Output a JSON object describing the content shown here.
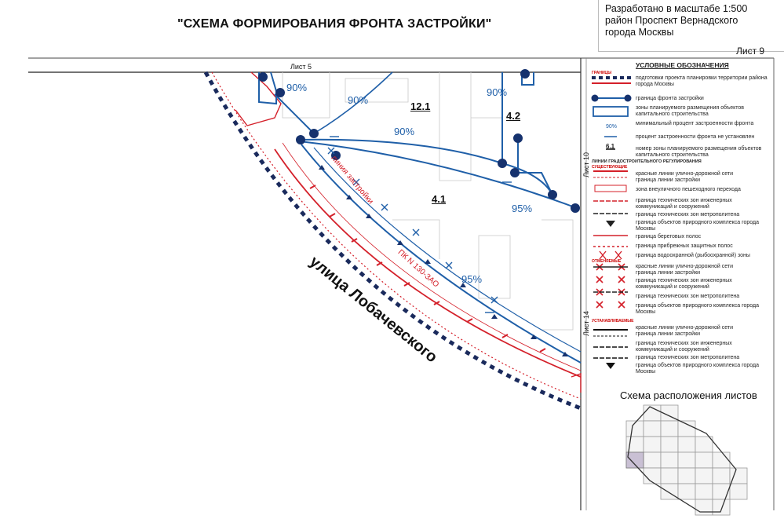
{
  "title": "\"СХЕМА ФОРМИРОВАНИЯ ФРОНТА ЗАСТРОЙКИ\"",
  "stamp": {
    "line1": "Разработано в масштабе 1:500",
    "line2": "район Проспект Вернадского",
    "line3": "города Москвы"
  },
  "sheet_number": "Лист 9",
  "map": {
    "sheet_refs": {
      "top": "Лист 5",
      "right_upper": "Лист 10",
      "right_lower": "Лист 14"
    },
    "street_name": "улица Лобачевского",
    "zones": [
      "12.1",
      "4.2",
      "4.1"
    ],
    "percent_labels": [
      "90%",
      "90%",
      "90%",
      "90%",
      "95%",
      "95%"
    ],
    "red_line_label": "линия застройки",
    "pk_label": "ПК N 130-ЗАО"
  },
  "legend": {
    "title": "УСЛОВНЫЕ ОБОЗНАЧЕНИЯ",
    "section_borders": "ГРАНИЦЫ",
    "items": [
      "подготовки проекта планировки территории района города Москвы",
      "граница фронта застройки",
      "зоны планируемого размещения объектов капитального строительства",
      "минимальный процент застроенности фронта",
      "процент застроенности фронта не установлен",
      "номер зоны планируемого размещения объектов капитального строительства"
    ],
    "section_regulation": "ЛИНИИ ГРАДОСТРОИТЕЛЬНОГО РЕГУЛИРОВАНИЯ",
    "section_existing": "СУЩЕСТВУЮЩИЕ",
    "regulation_items": [
      "красные линии улично-дорожной сети",
      "граница линии застройки",
      "зона внеуличного пешеходного перехода",
      "граница технических зон инженерных коммуникаций и сооружений",
      "граница технических зон метрополитена",
      "граница объектов природного комплекса города Москвы",
      "граница береговых полос",
      "граница прибрежных защитных полос",
      "граница водоохранной (рыбоохранной) зоны"
    ],
    "section_cancelled": "ОТМЕНЯЕМЫЕ",
    "cancelled_items": [
      "красные линии улично-дорожной сети",
      "граница линии застройки",
      "граница технических зон инженерных коммуникаций и сооружений",
      "граница технических зон метрополитена",
      "граница объектов природного комплекса города Москвы"
    ],
    "section_established": "УСТАНАВЛИВАЕМЫЕ",
    "established_items": [
      "красные линии улично-дорожной сети",
      "граница линии застройки",
      "граница технических зон инженерных коммуникаций и сооружений",
      "граница технических зон метрополитена",
      "граница объектов природного комплекса города Москвы"
    ],
    "percent_sample": "90%",
    "zone_sample": "6.1"
  },
  "scheme": {
    "title": "Схема расположения листов"
  },
  "colors": {
    "blue": "#1f5fa8",
    "dark_blue": "#16326e",
    "red": "#d4202a",
    "navy": "#1a2a5c"
  }
}
